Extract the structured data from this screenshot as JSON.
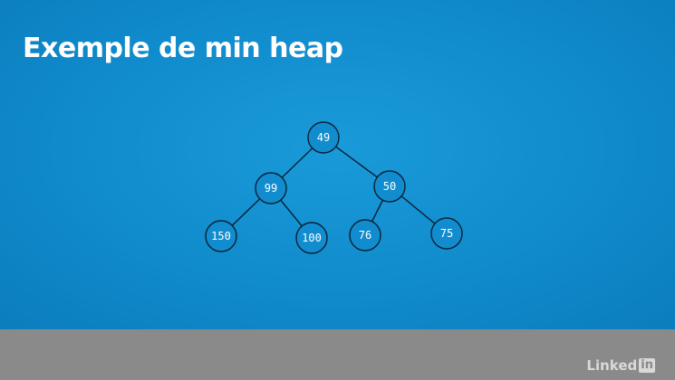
{
  "title": "Exemple de min heap",
  "colors": {
    "background": "#108bcc",
    "node_fill": "#118dcf",
    "edge": "#0a1f33",
    "footer": "#8a8a8a"
  },
  "heap": {
    "nodes": [
      {
        "id": "n0",
        "value": "49"
      },
      {
        "id": "n1",
        "value": "99"
      },
      {
        "id": "n2",
        "value": "50"
      },
      {
        "id": "n3",
        "value": "150"
      },
      {
        "id": "n4",
        "value": "100"
      },
      {
        "id": "n5",
        "value": "76"
      },
      {
        "id": "n6",
        "value": "75"
      }
    ],
    "edges": [
      {
        "from": "n0",
        "to": "n1"
      },
      {
        "from": "n0",
        "to": "n2"
      },
      {
        "from": "n1",
        "to": "n3"
      },
      {
        "from": "n1",
        "to": "n4"
      },
      {
        "from": "n2",
        "to": "n5"
      },
      {
        "from": "n2",
        "to": "n6"
      }
    ]
  },
  "logo": {
    "text": "Linked",
    "badge": "in"
  }
}
